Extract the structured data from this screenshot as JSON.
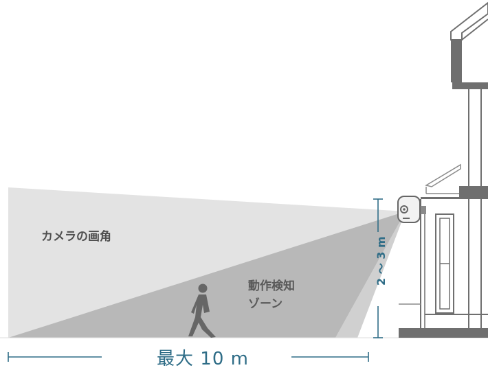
{
  "labels": {
    "field_of_view": "カメラの画角",
    "motion_zone_line1": "動作検知",
    "motion_zone_line2": "ゾーン",
    "mount_height": "2 〜 3 m",
    "max_distance": "最大 10 m"
  },
  "icons": {
    "camera": "security-camera-icon",
    "person": "walking-person-icon",
    "house": "house-icon"
  },
  "colors": {
    "fov_fill": "#e4e4e4",
    "zone_fill": "#b9b9b9",
    "accent_text": "#2f6d87",
    "house_stroke": "#6f6f6f",
    "person_fill": "#666666"
  }
}
